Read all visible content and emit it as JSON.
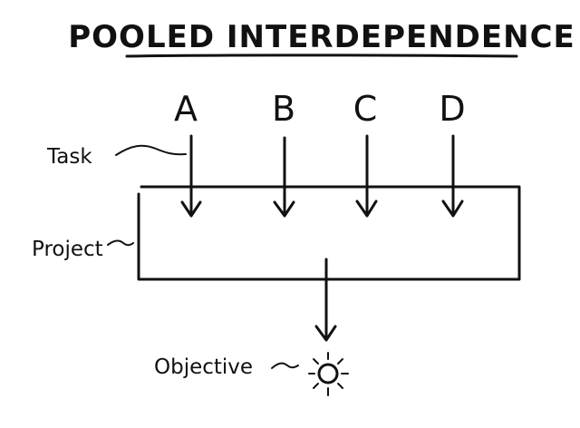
{
  "title": "POOLED INTERDEPENDENCE",
  "tasks": [
    "A",
    "B",
    "C",
    "D"
  ],
  "labels": {
    "task": "Task",
    "project": "Project",
    "objective": "Objective"
  },
  "colors": {
    "ink": "#111111",
    "background": "#ffffff"
  },
  "icons": {
    "objective_symbol": "sun-icon"
  }
}
